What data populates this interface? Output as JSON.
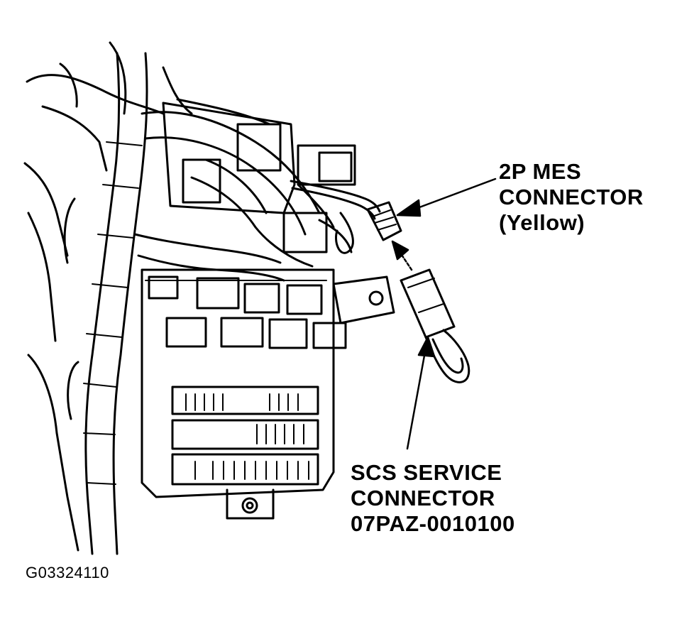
{
  "callouts": {
    "mes_connector": {
      "line1": "2P MES",
      "line2": "CONNECTOR",
      "line3": "(Yellow)"
    },
    "scs_service_connector": {
      "line1": "SCS SERVICE",
      "line2": "CONNECTOR",
      "line3": "07PAZ-0010100"
    }
  },
  "figure_id": "G03324110",
  "colors": {
    "ink": "#000000",
    "paper": "#ffffff"
  }
}
